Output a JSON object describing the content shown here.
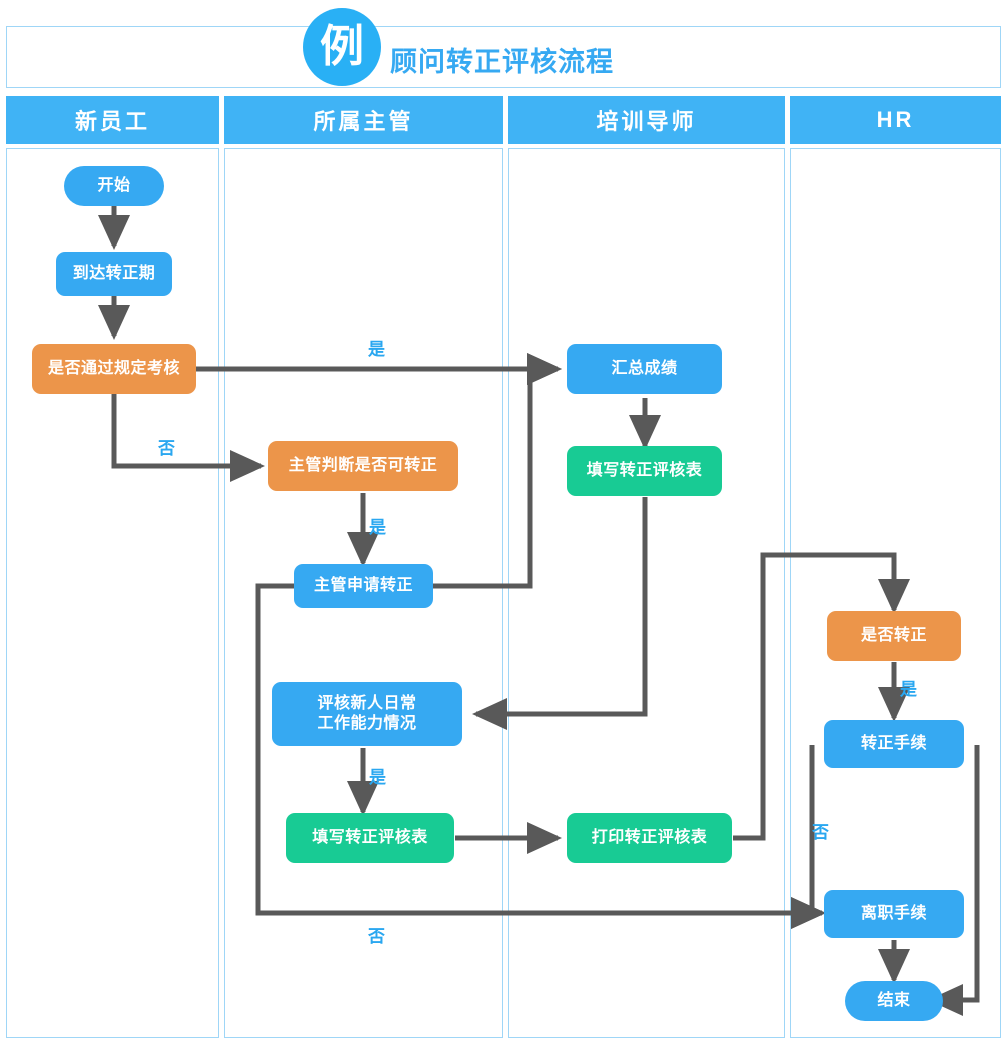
{
  "header": {
    "badge": "例",
    "title": "顾问转正评核流程"
  },
  "lanes": [
    {
      "label": "新员工"
    },
    {
      "label": "所属主管"
    },
    {
      "label": "培训导师"
    },
    {
      "label": "HR"
    }
  ],
  "chart_data": {
    "type": "diagram",
    "title": "顾问转正评核流程",
    "lanes": [
      "新员工",
      "所属主管",
      "培训导师",
      "HR"
    ],
    "nodes": [
      {
        "id": "start",
        "label": "开始",
        "lane": "新员工",
        "shape": "pill",
        "color": "#36a9f2"
      },
      {
        "id": "arrive",
        "label": "到达转正期",
        "lane": "新员工",
        "shape": "rounded",
        "color": "#36a9f2"
      },
      {
        "id": "pass_exam",
        "label": "是否通过规定考核",
        "lane": "新员工",
        "shape": "decision",
        "color": "#ec954a"
      },
      {
        "id": "mgr_judge",
        "label": "主管判断是否可转正",
        "lane": "所属主管",
        "shape": "decision",
        "color": "#ec954a"
      },
      {
        "id": "mgr_apply",
        "label": "主管申请转正",
        "lane": "所属主管",
        "shape": "rounded",
        "color": "#36a9f2"
      },
      {
        "id": "review_daily",
        "label": "评核新人日常\n工作能力情况",
        "lane": "所属主管",
        "shape": "rounded",
        "color": "#36a9f2"
      },
      {
        "id": "mgr_form",
        "label": "填写转正评核表",
        "lane": "所属主管",
        "shape": "rounded",
        "color": "#18cb94"
      },
      {
        "id": "sum_score",
        "label": "汇总成绩",
        "lane": "培训导师",
        "shape": "rounded",
        "color": "#36a9f2"
      },
      {
        "id": "tut_form",
        "label": "填写转正评核表",
        "lane": "培训导师",
        "shape": "rounded",
        "color": "#18cb94"
      },
      {
        "id": "print_form",
        "label": "打印转正评核表",
        "lane": "培训导师",
        "shape": "rounded",
        "color": "#18cb94"
      },
      {
        "id": "hr_decide",
        "label": "是否转正",
        "lane": "HR",
        "shape": "decision",
        "color": "#ec954a"
      },
      {
        "id": "regularize",
        "label": "转正手续",
        "lane": "HR",
        "shape": "rounded",
        "color": "#36a9f2"
      },
      {
        "id": "resign",
        "label": "离职手续",
        "lane": "HR",
        "shape": "rounded",
        "color": "#36a9f2"
      },
      {
        "id": "end",
        "label": "结束",
        "lane": "HR",
        "shape": "pill",
        "color": "#36a9f2"
      }
    ],
    "edges": [
      {
        "from": "start",
        "to": "arrive",
        "label": ""
      },
      {
        "from": "arrive",
        "to": "pass_exam",
        "label": ""
      },
      {
        "from": "pass_exam",
        "to": "sum_score",
        "label": "是"
      },
      {
        "from": "pass_exam",
        "to": "mgr_judge",
        "label": "否"
      },
      {
        "from": "mgr_judge",
        "to": "mgr_apply",
        "label": "是"
      },
      {
        "from": "mgr_apply",
        "to": "sum_score",
        "label": ""
      },
      {
        "from": "sum_score",
        "to": "tut_form",
        "label": ""
      },
      {
        "from": "tut_form",
        "to": "review_daily",
        "label": ""
      },
      {
        "from": "review_daily",
        "to": "mgr_form",
        "label": "是"
      },
      {
        "from": "mgr_form",
        "to": "print_form",
        "label": ""
      },
      {
        "from": "print_form",
        "to": "hr_decide",
        "label": ""
      },
      {
        "from": "hr_decide",
        "to": "regularize",
        "label": "是"
      },
      {
        "from": "regularize",
        "to": "resign",
        "label": "否"
      },
      {
        "from": "regularize",
        "to": "end",
        "label": ""
      },
      {
        "from": "resign",
        "to": "end",
        "label": ""
      },
      {
        "from": "mgr_apply",
        "to": "resign",
        "label": "否"
      }
    ],
    "edge_labels": [
      "是",
      "否",
      "是",
      "是",
      "是",
      "否",
      "否"
    ],
    "colors": {
      "blue": "#36a9f2",
      "orange": "#ec954a",
      "green": "#18cb94",
      "lane_header": "#40b3f5",
      "lane_border": "#9fd6f7",
      "connector": "#595959",
      "label_text": "#2aa7f0"
    }
  }
}
